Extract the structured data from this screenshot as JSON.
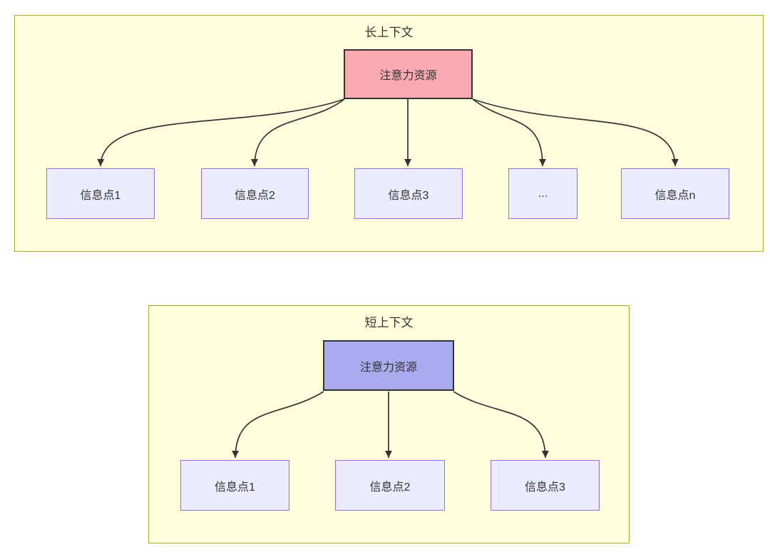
{
  "colors": {
    "page_bg": "#ffffff",
    "container_bg": "#ffffde",
    "container_border": "#aaaa33",
    "node_bg": "#ececff",
    "node_border": "#9370db",
    "attention_long_bg": "#f9a9b1",
    "attention_short_bg": "#aaaaee",
    "attention_border": "#333333",
    "arrow_color": "#333333",
    "text_color": "#333333"
  },
  "long_context": {
    "title": "长上下文",
    "attention_label": "注意力资源",
    "info_points": [
      "信息点1",
      "信息点2",
      "信息点3",
      "...",
      "信息点n"
    ]
  },
  "short_context": {
    "title": "短上下文",
    "attention_label": "注意力资源",
    "info_points": [
      "信息点1",
      "信息点2",
      "信息点3"
    ]
  }
}
